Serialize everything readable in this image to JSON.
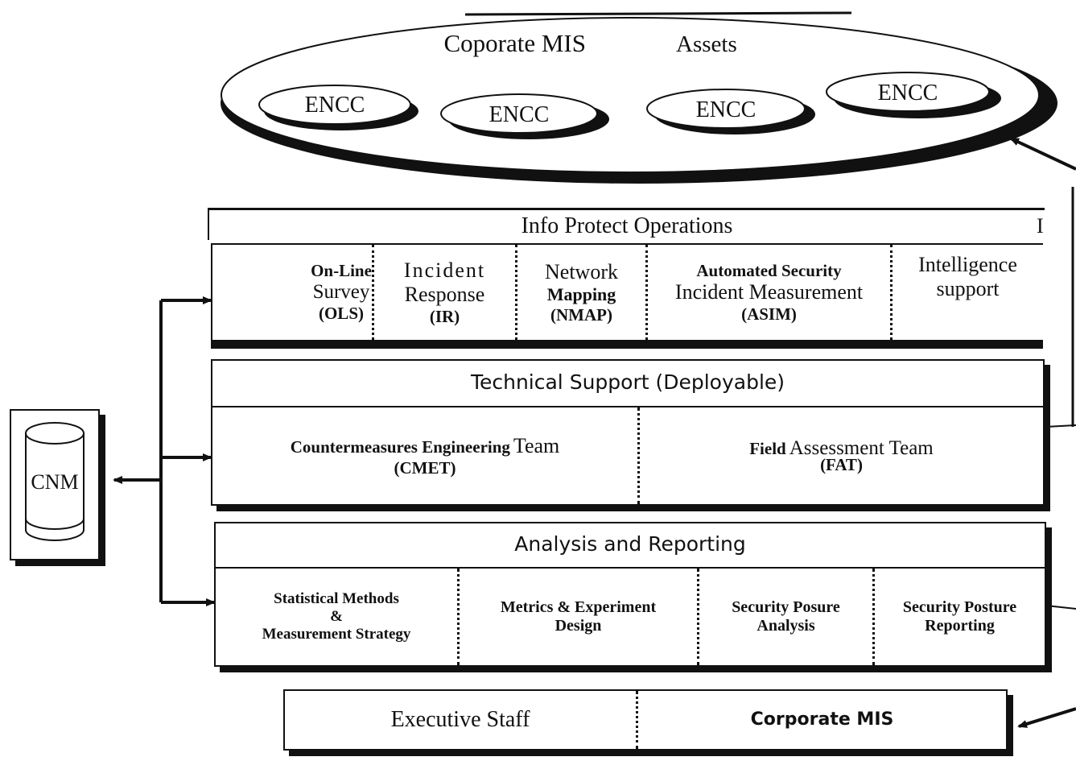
{
  "assets": {
    "title_bold": "Coporate MIS",
    "title_rest": "Assets",
    "encc": [
      "ENCC",
      "ENCC",
      "ENCC",
      "ENCC"
    ]
  },
  "info_protect": {
    "title": "Info Protect Operations",
    "items": [
      {
        "line1": "On-Line",
        "line2": "Survey",
        "line3": "(OLS)"
      },
      {
        "line1": "Incident",
        "line2": "Response",
        "line3": "(IR)"
      },
      {
        "line1": "Network",
        "line2": "Mapping",
        "line3": "(NMAP)"
      },
      {
        "line1": "Automated Security",
        "line2": "Incident Measurement",
        "line3": "(ASIM)"
      },
      {
        "line1": "Intelligence",
        "line2": "support",
        "line3": ""
      }
    ],
    "edge_label": "I"
  },
  "technical": {
    "title": "Technical Support (Deployable)",
    "left": {
      "bold": "Countermeasures Engineering",
      "rest": "Team",
      "abbr": "(CMET)"
    },
    "right": {
      "bold": "Field",
      "rest": "Assessment Team",
      "abbr": "(FAT)"
    }
  },
  "analysis": {
    "title": "Analysis and Reporting",
    "items": [
      {
        "line1": "Statistical Methods",
        "line2": "&",
        "line3": "Measurement Strategy"
      },
      {
        "line1": "Metrics & Experiment",
        "line2": "Design",
        "line3": ""
      },
      {
        "line1": "Security Posure",
        "line2": "Analysis",
        "line3": ""
      },
      {
        "line1": "Security Posture",
        "line2": "Reporting",
        "line3": ""
      }
    ]
  },
  "bottom": {
    "left": "Executive Staff",
    "right": "Corporate MIS"
  },
  "cnm": {
    "label": "CNM"
  }
}
